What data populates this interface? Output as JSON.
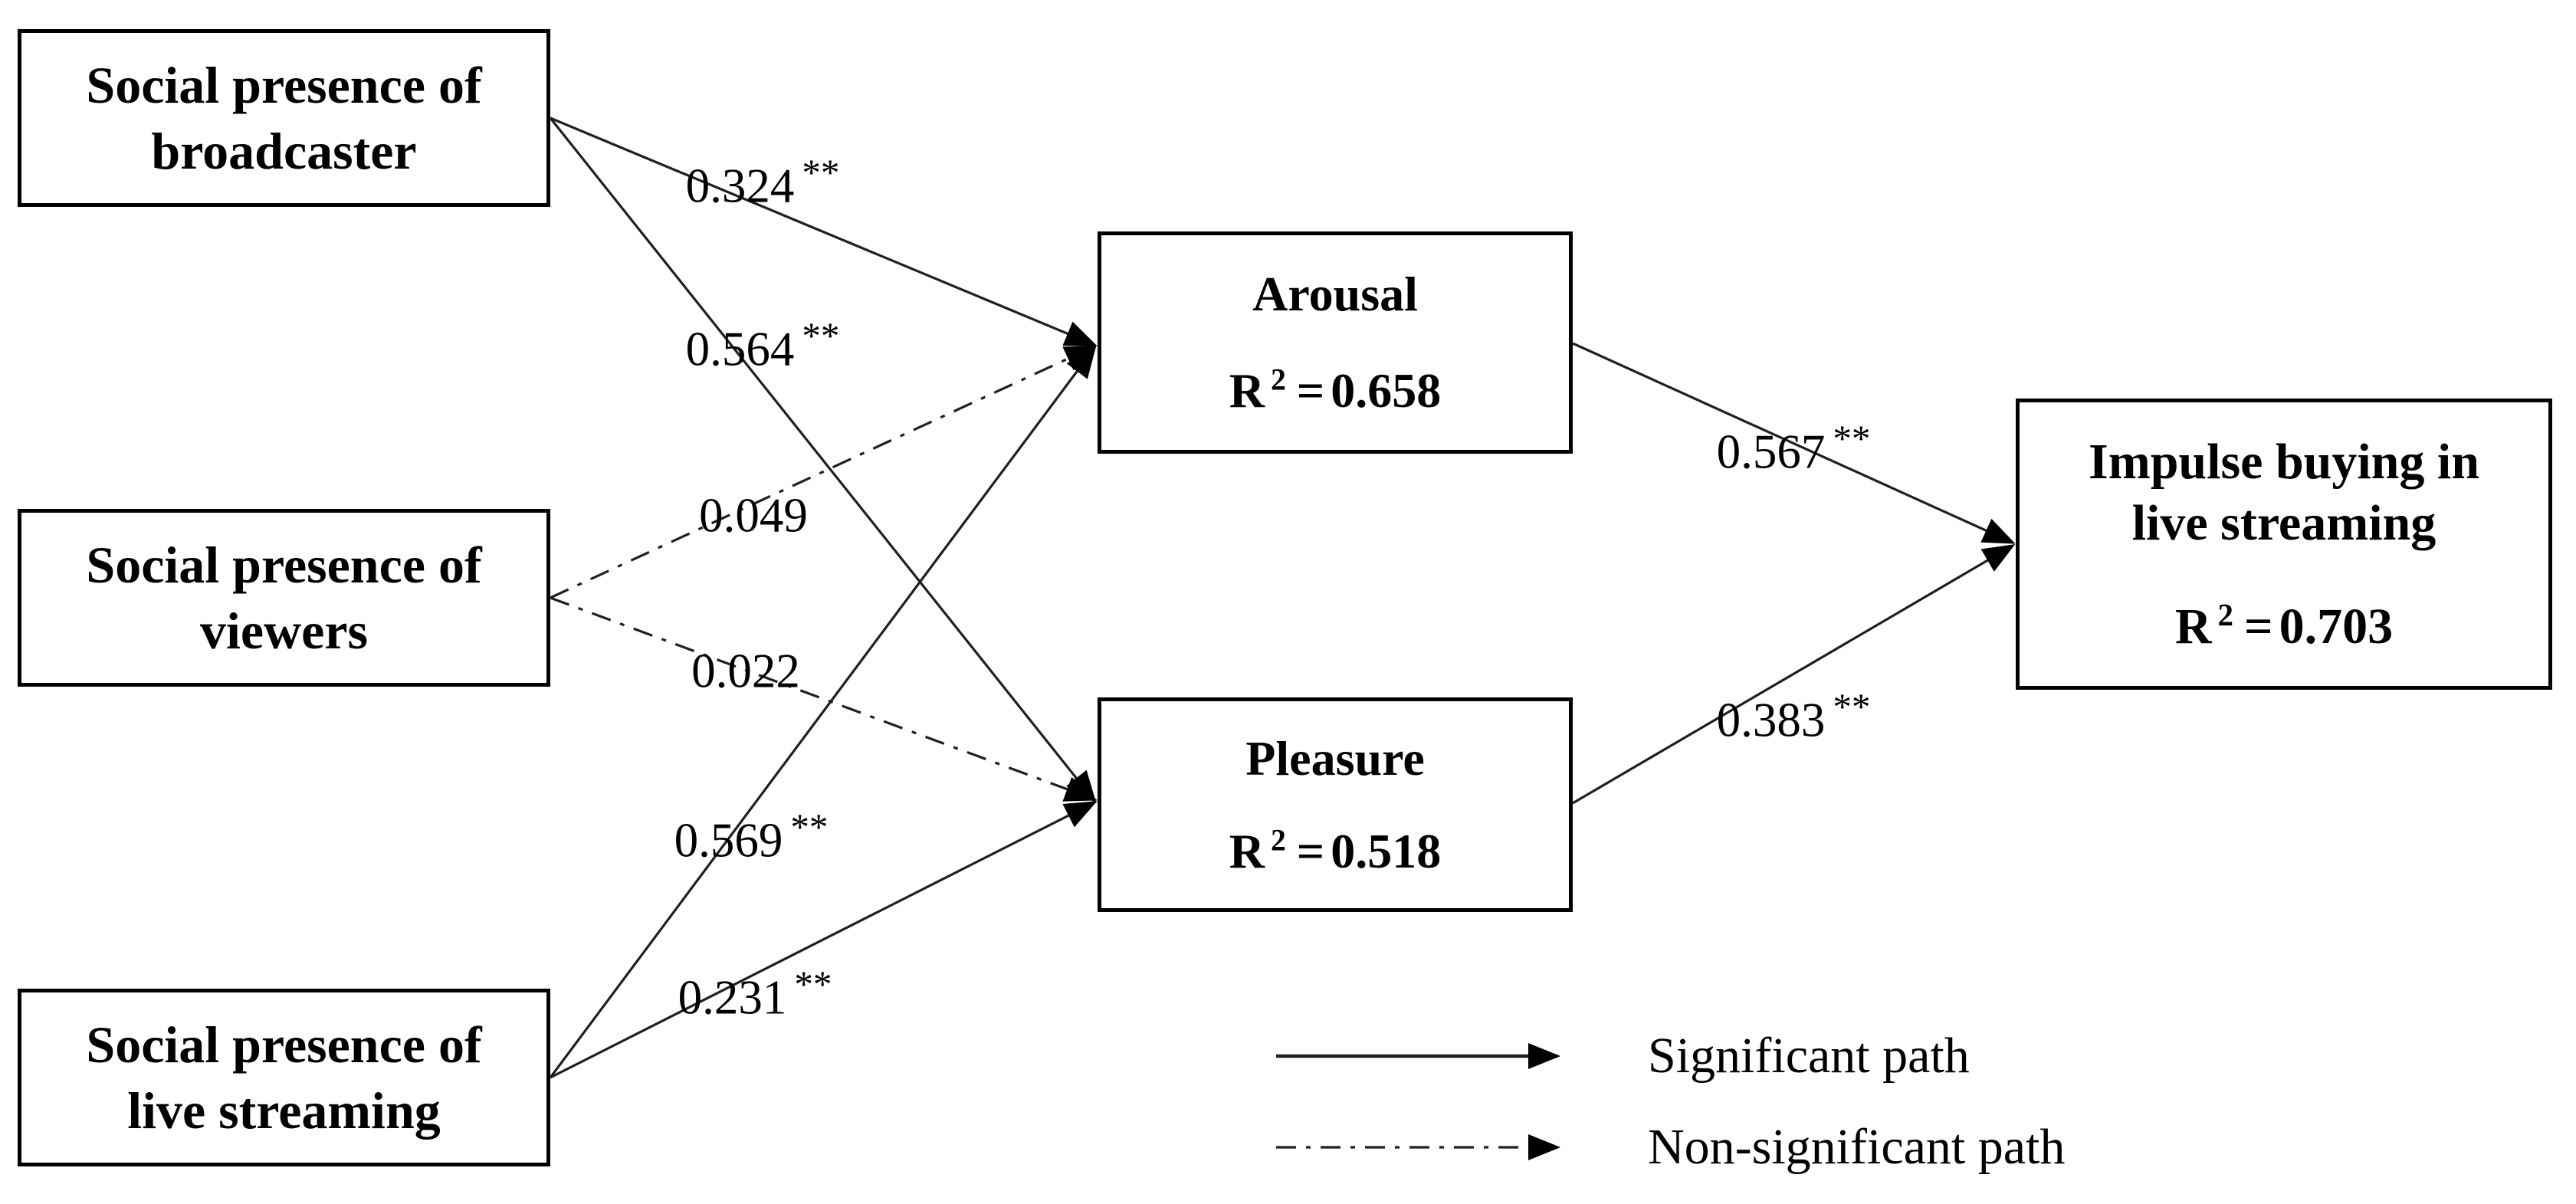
{
  "diagram": {
    "nodes": {
      "broadcaster": {
        "line1": "Social presence of",
        "line2": "broadcaster"
      },
      "viewers": {
        "line1": "Social presence of",
        "line2": "viewers"
      },
      "live_streaming": {
        "line1": "Social presence of",
        "line2": "live streaming"
      },
      "arousal": {
        "title": "Arousal",
        "r_symbol": "R",
        "r_exponent": "2",
        "equals": "=",
        "r2_value": "0.658"
      },
      "pleasure": {
        "title": "Pleasure",
        "r_symbol": "R",
        "r_exponent": "2",
        "equals": "=",
        "r2_value": "0.518"
      },
      "impulse_buying": {
        "title_line1": "Impulse buying in",
        "title_line2": "live streaming",
        "r_symbol": "R",
        "r_exponent": "2",
        "equals": "=",
        "r2_value": "0.703"
      }
    },
    "coefficients": [
      {
        "from": "broadcaster",
        "to": "arousal",
        "value": "0.324",
        "stars": "**",
        "significant": true
      },
      {
        "from": "broadcaster",
        "to": "pleasure",
        "value": "0.564",
        "stars": "**",
        "significant": true
      },
      {
        "from": "viewers",
        "to": "arousal",
        "value": "0.049",
        "stars": "",
        "significant": false
      },
      {
        "from": "viewers",
        "to": "pleasure",
        "value": "0.022",
        "stars": "",
        "significant": false
      },
      {
        "from": "live_streaming",
        "to": "arousal",
        "value": "0.569",
        "stars": "**",
        "significant": true
      },
      {
        "from": "live_streaming",
        "to": "pleasure",
        "value": "0.231",
        "stars": "**",
        "significant": true
      },
      {
        "from": "arousal",
        "to": "impulse_buying",
        "value": "0.567",
        "stars": "**",
        "significant": true
      },
      {
        "from": "pleasure",
        "to": "impulse_buying",
        "value": "0.383",
        "stars": "**",
        "significant": true
      }
    ],
    "legend": {
      "significant": "Significant path",
      "non_significant": "Non-significant path"
    },
    "colors": {
      "line": "#1f1f1f",
      "border": "#000000",
      "background": "#ffffff",
      "text": "#000000"
    }
  }
}
